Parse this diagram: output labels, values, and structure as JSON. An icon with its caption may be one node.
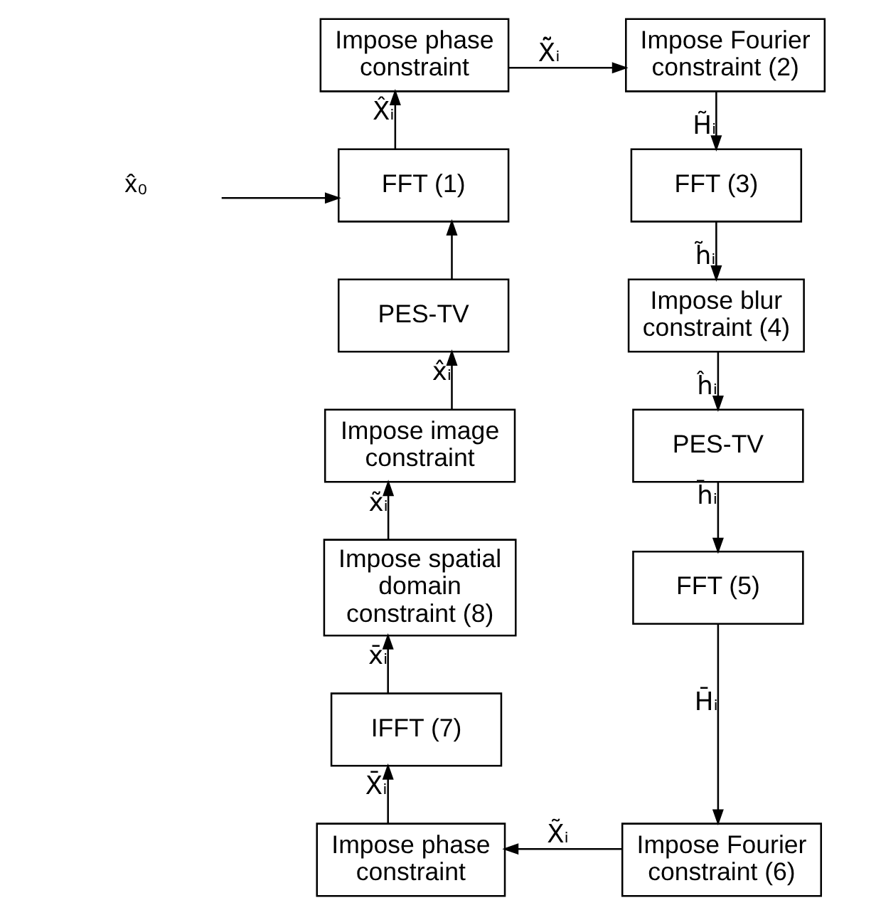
{
  "diagram": {
    "nodes": [
      {
        "text": [
          "FFT (1)"
        ]
      },
      {
        "text": [
          "Impose phase constraint"
        ]
      },
      {
        "text": [
          "Impose Fourier constraint (2)"
        ]
      },
      {
        "text": [
          "FFT (3)"
        ]
      },
      {
        "text": [
          "Impose blur constraint (4)"
        ]
      },
      {
        "text": [
          "PES-TV"
        ]
      },
      {
        "text": [
          "FFT (5)"
        ]
      },
      {
        "text": [
          "Impose Fourier constraint (6)"
        ]
      },
      {
        "text": [
          "Impose phase constraint"
        ]
      },
      {
        "text": [
          "IFFT (7)"
        ]
      },
      {
        "text": [
          "Impose spatial domain constraint (8)"
        ]
      },
      {
        "text": [
          "Impose image constraint"
        ]
      },
      {
        "text": [
          "PES-TV"
        ]
      },
      {
        "text": [
          "x̂₀"
        ]
      }
    ],
    "edges": [
      {
        "from": 0,
        "to": 1,
        "arrow": "to",
        "label": "X̂ᵢ"
      },
      {
        "from": 1,
        "to": 2,
        "arrow": "to",
        "label": "X̃̃ᵢ"
      },
      {
        "from": 2,
        "to": 3,
        "arrow": "to",
        "label": "H̃ᵢ"
      },
      {
        "from": 3,
        "to": 4,
        "arrow": "to",
        "label": "h̃ᵢ"
      },
      {
        "from": 4,
        "to": 12,
        "arrow": "to",
        "label": "ĥᵢ"
      },
      {
        "from": 12,
        "to": 6,
        "arrow": "to",
        "label": "h̄ᵢ"
      },
      {
        "from": 6,
        "to": 7,
        "arrow": "to",
        "label": "H̄ᵢ"
      },
      {
        "from": 7,
        "to": 8,
        "arrow": "to",
        "label": "X̃ᵢ"
      },
      {
        "from": 8,
        "to": 9,
        "arrow": "to",
        "label": "X̄ᵢ"
      },
      {
        "from": 9,
        "to": 10,
        "arrow": "to",
        "label": "x̄ᵢ"
      },
      {
        "from": 10,
        "to": 11,
        "arrow": "to",
        "label": "x̃ᵢ"
      },
      {
        "from": 11,
        "to": 5,
        "arrow": "to",
        "label": "x̂ᵢ"
      },
      {
        "from": 5,
        "to": 0,
        "arrow": "to"
      },
      {
        "from": 13,
        "to": 0,
        "arrow": "to"
      }
    ]
  }
}
